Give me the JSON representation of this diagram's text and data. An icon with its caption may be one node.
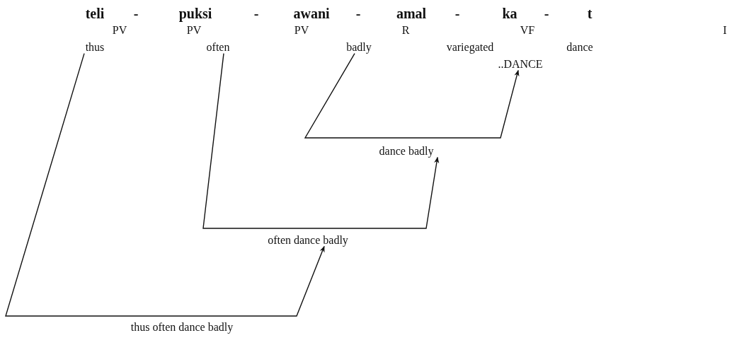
{
  "diagram": {
    "nodes": [
      {
        "text": [
          "thus"
        ]
      },
      {
        "text": [
          "often"
        ]
      },
      {
        "text": [
          "badly"
        ]
      },
      {
        "text": [
          "..DANCE"
        ]
      },
      {
        "text": [
          "dance badly"
        ]
      },
      {
        "text": [
          "often dance badly"
        ]
      }
    ],
    "edges": [
      {
        "from": 2,
        "to": 3,
        "arrow": "to"
      },
      {
        "from": 1,
        "to": 4,
        "arrow": "to"
      },
      {
        "from": 0,
        "to": 5,
        "arrow": "to"
      }
    ],
    "labels": [
      "teli",
      "-",
      "puksi",
      "-",
      "awani",
      "-",
      "amal",
      "-",
      "ka",
      "-",
      "t",
      "PV",
      "PV",
      "PV",
      "R",
      "VF",
      "I",
      "variegated",
      "dance",
      "thus often dance badly"
    ]
  }
}
